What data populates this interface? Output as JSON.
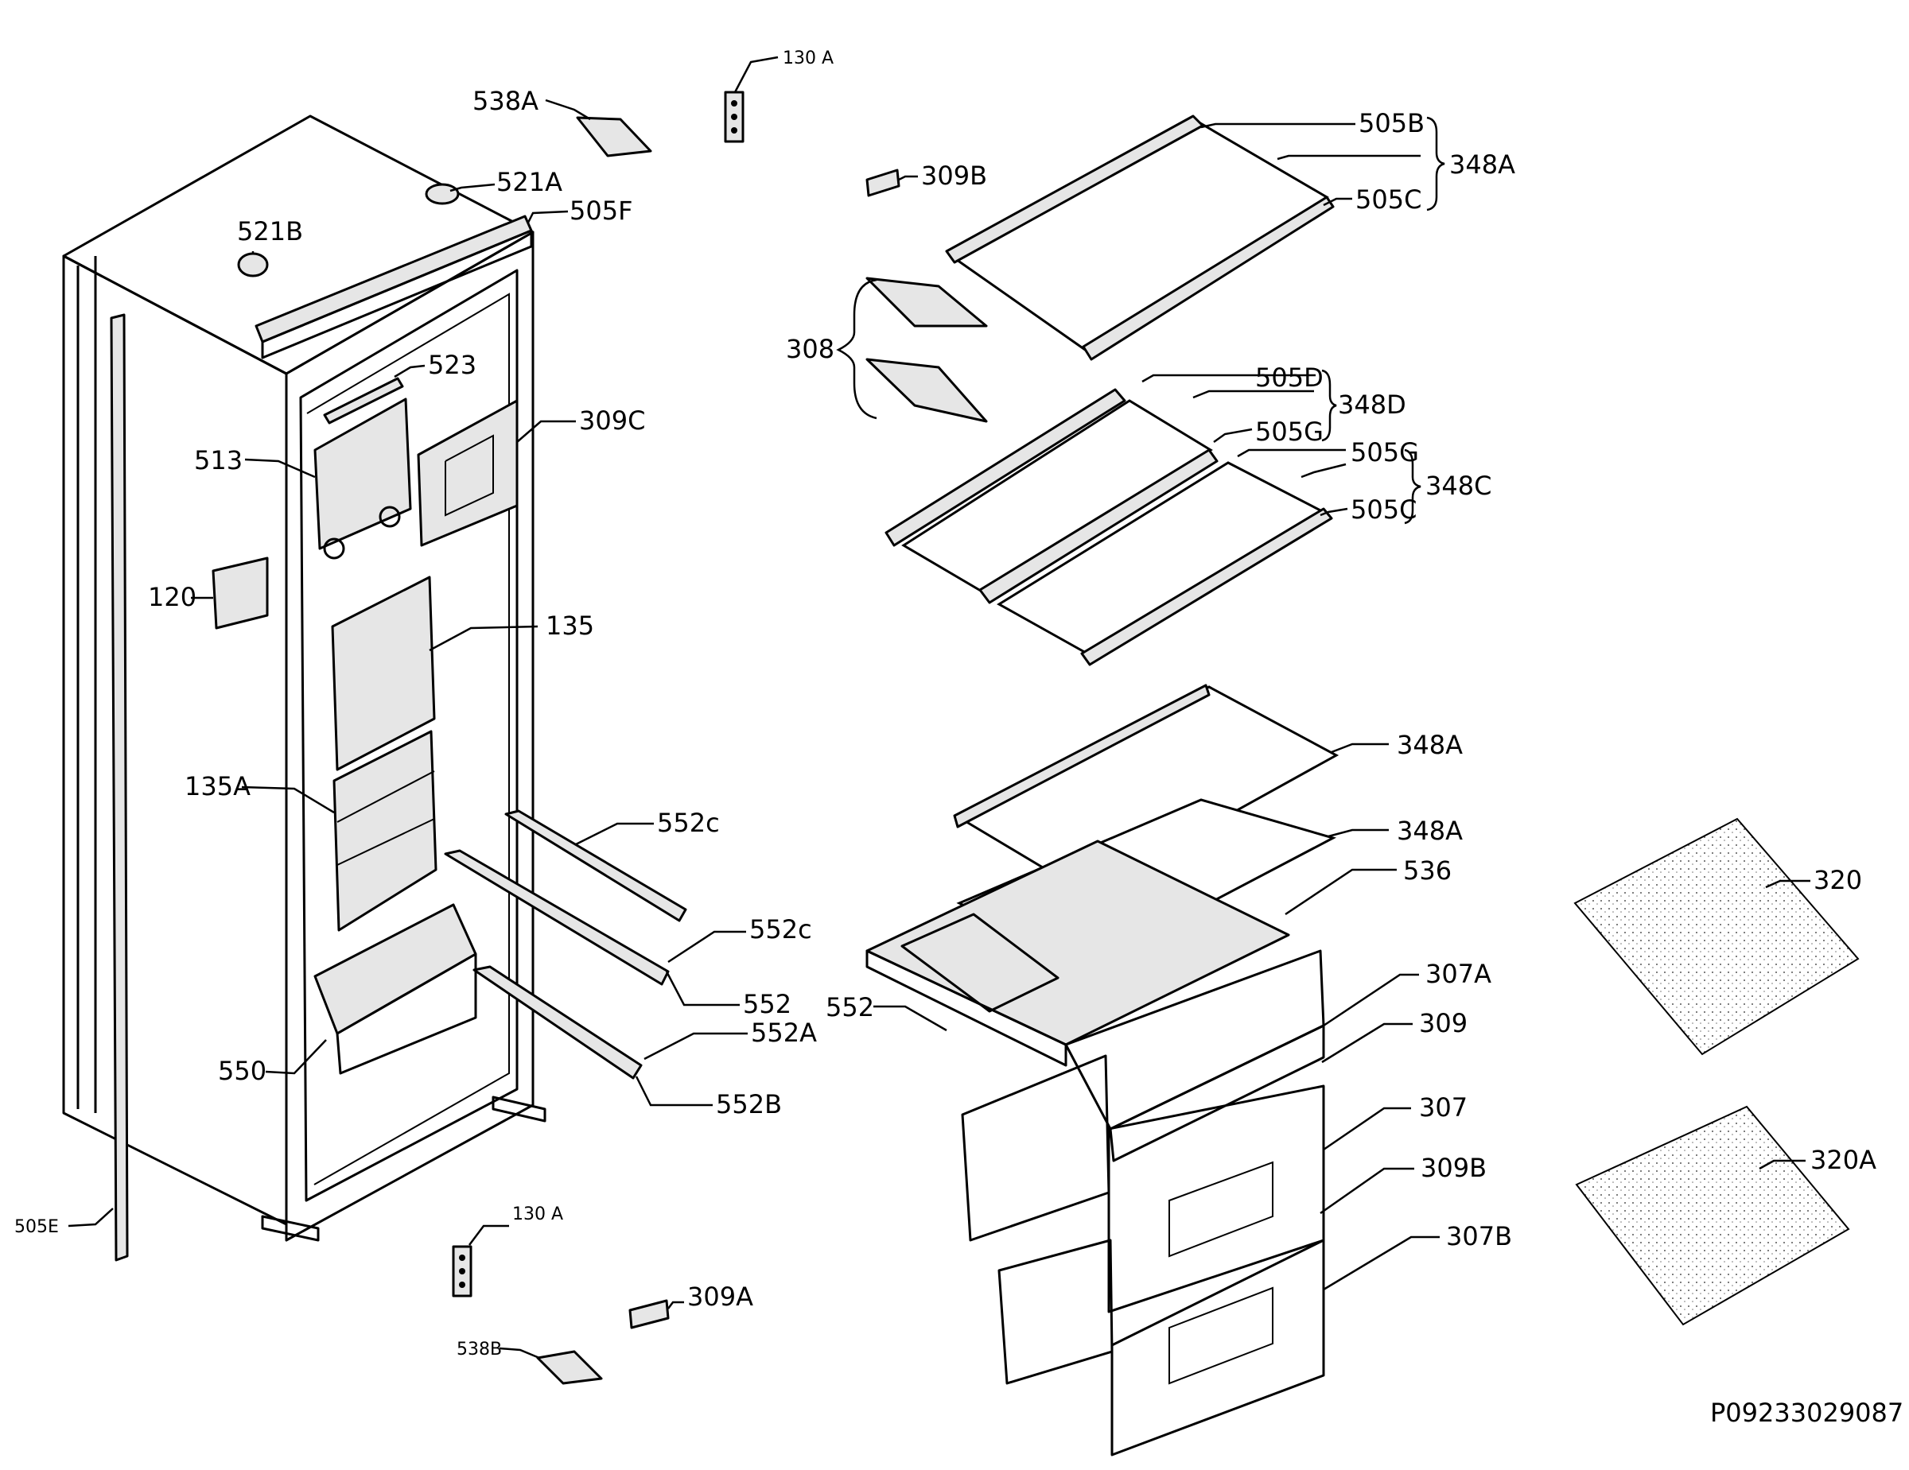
{
  "diagram": {
    "reference": "P09233029087",
    "labels": {
      "l130a_top": "130 A",
      "l538a": "538A",
      "l521a": "521A",
      "l505f": "505F",
      "l521b": "521B",
      "l523": "523",
      "l513": "513",
      "l309c": "309C",
      "l120": "120",
      "l135": "135",
      "l135a": "135A",
      "l552c_1": "552c",
      "l552c_2": "552c",
      "l552_left": "552",
      "l552a": "552A",
      "l550": "550",
      "l552b": "552B",
      "l505e": "505E",
      "l130a_bottom": "130 A",
      "l309a": "309A",
      "l538b": "538B",
      "l309b_top": "309B",
      "l308": "308",
      "l505b": "505B",
      "l348a_top": "348A",
      "l505c_top": "505C",
      "l505d": "505D",
      "l348d": "348D",
      "l505g_1": "505G",
      "l505g_2": "505G",
      "l348c": "348C",
      "l505c_mid": "505C",
      "l348a_1": "348A",
      "l348a_2": "348A",
      "l536": "536",
      "l552_right": "552",
      "l307a": "307A",
      "l309": "309",
      "l307": "307",
      "l309b_bottom": "309B",
      "l307b": "307B",
      "l320": "320",
      "l320a": "320A"
    }
  }
}
